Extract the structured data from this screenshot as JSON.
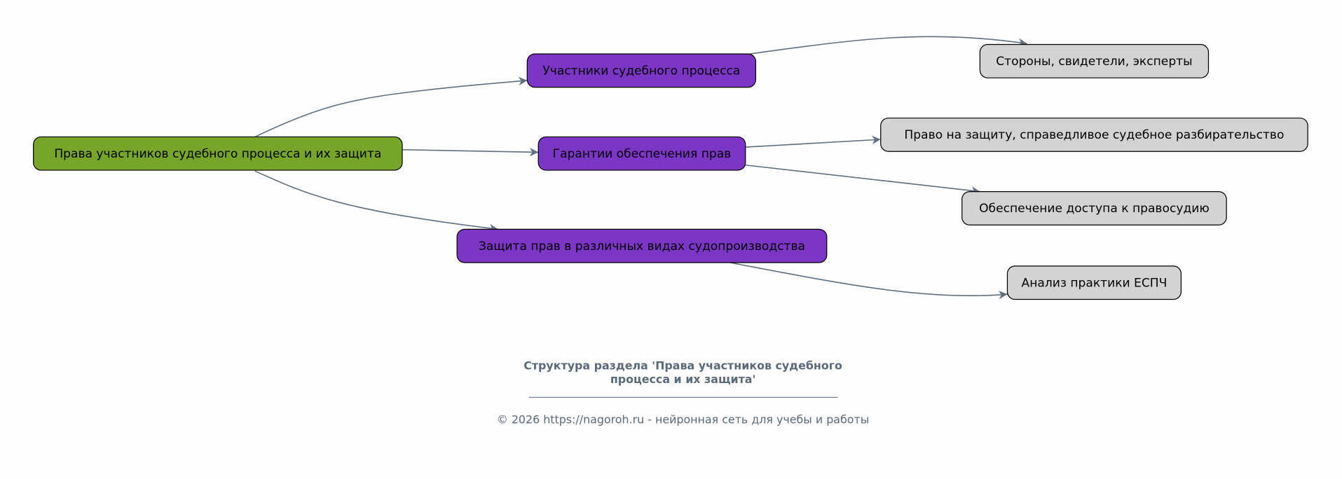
{
  "colors": {
    "root": "#76a52a",
    "branch": "#7b36c6",
    "leaf": "#d3d3d3",
    "edge": "#5f6f80",
    "caption": "#5a6a7a"
  },
  "nodes": {
    "root": "Права участников судебного процесса и их защита",
    "participants": "Участники судебного процесса",
    "guarantees": "Гарантии обеспечения прав",
    "protection": "Защита прав в различных видах судопроизводства",
    "parties": "Стороны, свидетели, эксперты",
    "right_defense": "Право на защиту, справедливое судебное разбирательство",
    "access": "Обеспечение доступа к правосудию",
    "echr": "Анализ практики ЕСПЧ"
  },
  "caption": {
    "title_line1": "Структура раздела 'Права участников судебного",
    "title_line2": "процесса и их защита'",
    "footer": "© 2026 https://nagoroh.ru - нейронная сеть для учебы и работы"
  }
}
